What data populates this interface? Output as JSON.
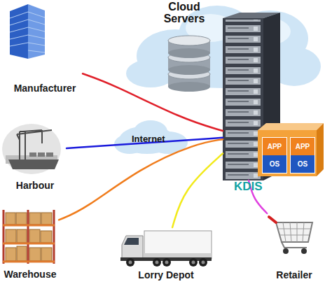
{
  "diagram": {
    "nodes": [
      {
        "text": [
          "Cloud Servers"
        ]
      },
      {
        "text": [
          "Manufacturer"
        ]
      },
      {
        "text": [
          "APP",
          "OS"
        ]
      },
      {
        "text": [
          "APP",
          "OS"
        ]
      },
      {
        "text": [
          "Harbour"
        ]
      },
      {
        "text": [
          "Warehouse"
        ]
      },
      {
        "text": [
          "Lorry Depot"
        ]
      },
      {
        "text": [
          "Retailer"
        ]
      }
    ],
    "edges": [
      {
        "from": 1,
        "to": 0,
        "arrow": "none"
      },
      {
        "from": 4,
        "to": 0,
        "arrow": "none"
      },
      {
        "from": 5,
        "to": 0,
        "arrow": "none"
      },
      {
        "from": 6,
        "to": 0,
        "arrow": "none"
      },
      {
        "from": 0,
        "to": 7,
        "arrow": "none"
      }
    ],
    "labels": [
      "Internet",
      "KDIS"
    ]
  }
}
